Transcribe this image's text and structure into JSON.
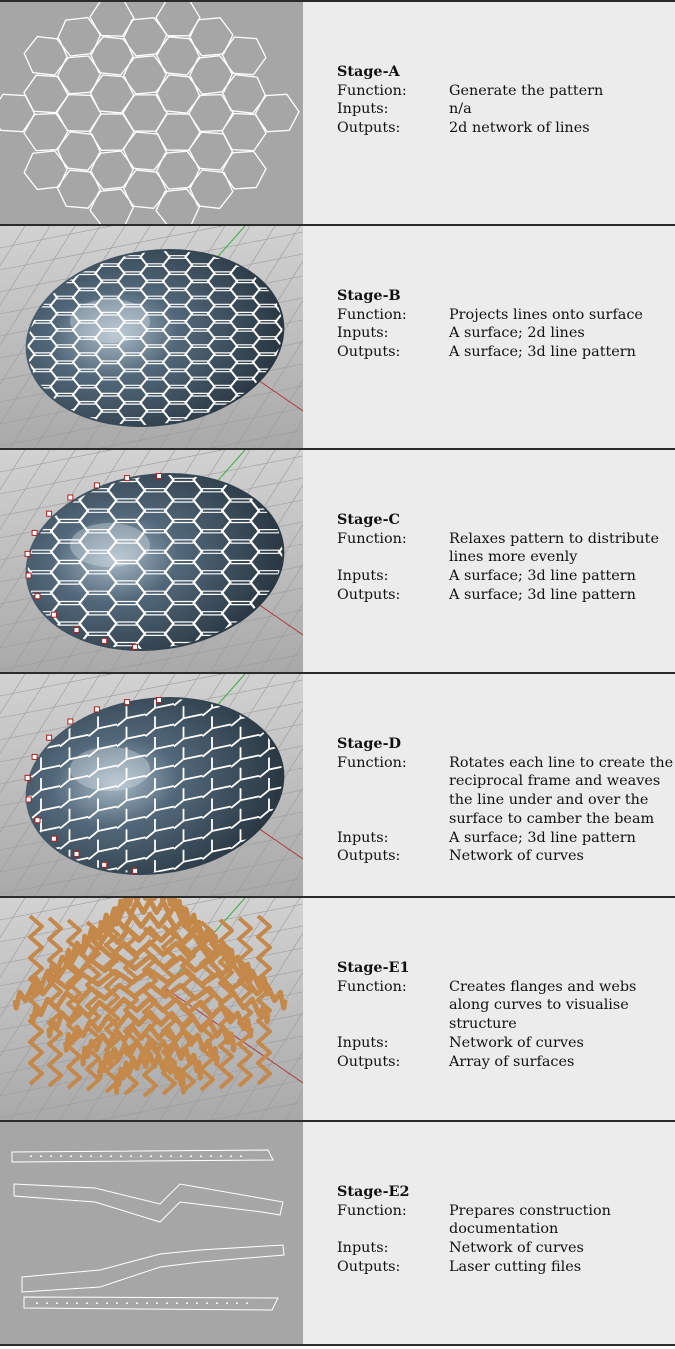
{
  "stages": [
    {
      "name": "Stage-A",
      "function_label": "Function:",
      "function": "Generate the pattern",
      "inputs_label": "Inputs:",
      "inputs": "n/a",
      "outputs_label": "Outputs:",
      "outputs": "2d network of lines"
    },
    {
      "name": "Stage-B",
      "function_label": "Function:",
      "function": "Projects lines onto surface",
      "inputs_label": "Inputs:",
      "inputs": "A surface; 2d lines",
      "outputs_label": "Outputs:",
      "outputs": "A surface; 3d line pattern"
    },
    {
      "name": "Stage-C",
      "function_label": "Function:",
      "function": "Relaxes pattern to distribute lines more evenly",
      "inputs_label": "Inputs:",
      "inputs": "A surface; 3d line pattern",
      "outputs_label": "Outputs:",
      "outputs": "A surface; 3d line pattern"
    },
    {
      "name": "Stage-D",
      "function_label": "Function:",
      "function": "Rotates each line to create the reciprocal frame and weaves the line under and over the surface to camber the beam",
      "inputs_label": "Inputs:",
      "inputs": "A surface; 3d line pattern",
      "outputs_label": "Outputs:",
      "outputs": "Network of curves"
    },
    {
      "name": "Stage-E1",
      "function_label": "Function:",
      "function": "Creates flanges and webs along curves to visualise structure",
      "inputs_label": "Inputs:",
      "inputs": "Network of curves",
      "outputs_label": "Outputs:",
      "outputs": "Array of surfaces"
    },
    {
      "name": "Stage-E2",
      "function_label": "Function:",
      "function": "Prepares construction documentation",
      "inputs_label": "Inputs:",
      "inputs": "Network of curves",
      "outputs_label": "Outputs:",
      "outputs": "Laser cutting files"
    }
  ],
  "colors": {
    "rule": "#2b2b2b",
    "text_bg": "#ececec",
    "viewport_bg": "#bdbdbd",
    "flat_bg": "#a6a6a6",
    "shell": "#3d4d5a",
    "timber": "#c4894a"
  }
}
